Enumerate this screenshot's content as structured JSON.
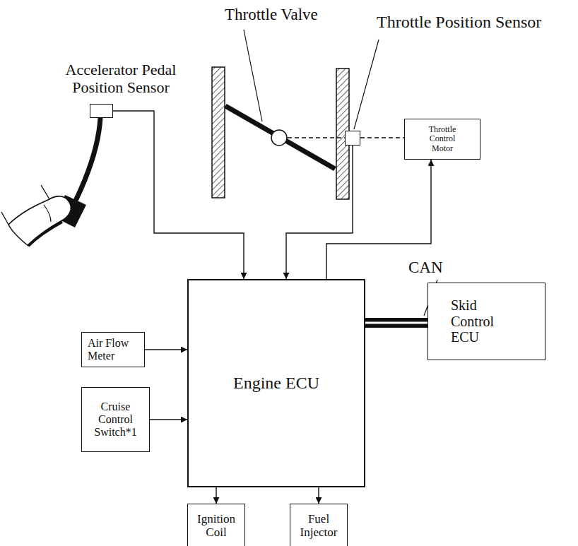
{
  "diagram": {
    "nodes": [
      {
        "text": [
          "Accelerator Pedal Position Sensor"
        ]
      },
      {
        "text": [
          "Throttle Position Sensor"
        ]
      },
      {
        "text": [
          "Throttle Control Motor"
        ]
      },
      {
        "text": [
          "Engine ECU"
        ]
      },
      {
        "text": [
          "Air Flow Meter"
        ]
      },
      {
        "text": [
          "Cruise Control Switch*1"
        ]
      },
      {
        "text": [
          "Skid Control ECU"
        ]
      },
      {
        "text": [
          "Ignition Coil"
        ]
      },
      {
        "text": [
          "Fuel Injector"
        ]
      }
    ],
    "edges": [
      {
        "from": 0,
        "to": 3,
        "arrow": "to"
      },
      {
        "from": 1,
        "to": 3,
        "arrow": "to"
      },
      {
        "from": 3,
        "to": 2,
        "arrow": "to"
      },
      {
        "from": 4,
        "to": 3,
        "arrow": "to"
      },
      {
        "from": 5,
        "to": 3,
        "arrow": "to"
      },
      {
        "from": 3,
        "to": 7,
        "arrow": "to"
      },
      {
        "from": 3,
        "to": 8,
        "arrow": "to"
      },
      {
        "from": 3,
        "to": 6,
        "arrow": "none",
        "label": "CAN"
      }
    ],
    "labels": [
      "Throttle Valve"
    ]
  }
}
